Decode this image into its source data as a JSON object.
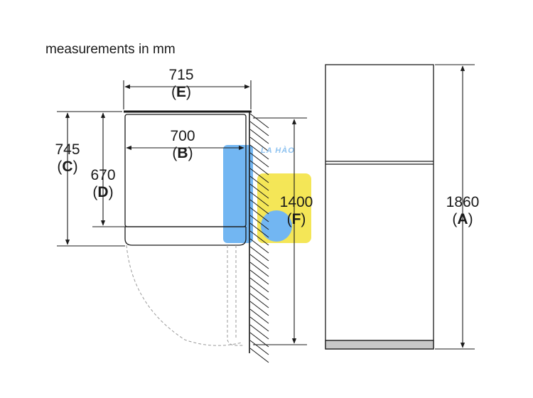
{
  "caption": "measurements in mm",
  "dimensions": [
    {
      "value": "715",
      "letter": "E"
    },
    {
      "value": "700",
      "letter": "B"
    },
    {
      "value": "745",
      "letter": "C"
    },
    {
      "value": "670",
      "letter": "D"
    },
    {
      "value": "1400",
      "letter": "F"
    },
    {
      "value": "1860",
      "letter": "A"
    }
  ],
  "watermark": {
    "text": "LA HÀO"
  },
  "colors": {
    "line": "#1a1a1a",
    "dashed": "#9a9a9a",
    "wm_blue": "#5aaaf0",
    "wm_yellow": "#f3e23a",
    "base_strip": "#c8c8c8"
  }
}
